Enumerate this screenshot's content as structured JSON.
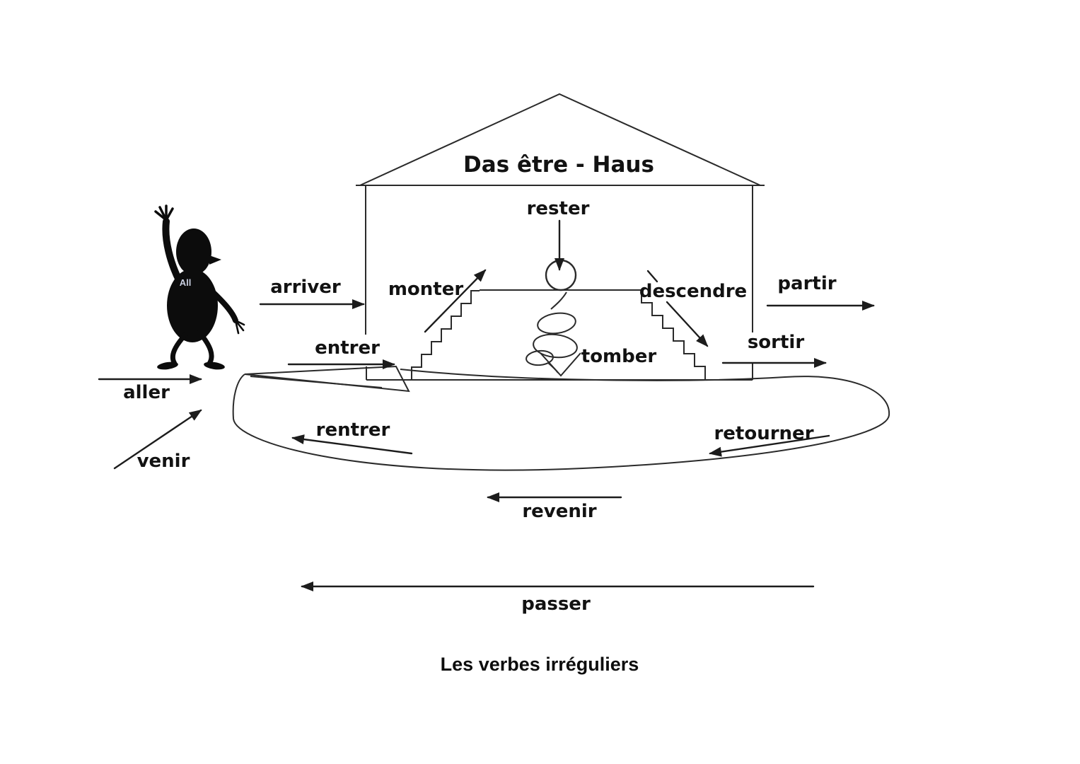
{
  "title": "Das être - Haus",
  "caption": "Les verbes irréguliers",
  "figure": {
    "chest_text": "All"
  },
  "verbs": {
    "rester": "rester",
    "monter": "monter",
    "descendre": "descendre",
    "tomber": "tomber",
    "arriver": "arriver",
    "entrer": "entrer",
    "partir": "partir",
    "sortir": "sortir",
    "aller": "aller",
    "venir": "venir",
    "rentrer": "rentrer",
    "retourner": "retourner",
    "revenir": "revenir",
    "passer": "passer"
  }
}
